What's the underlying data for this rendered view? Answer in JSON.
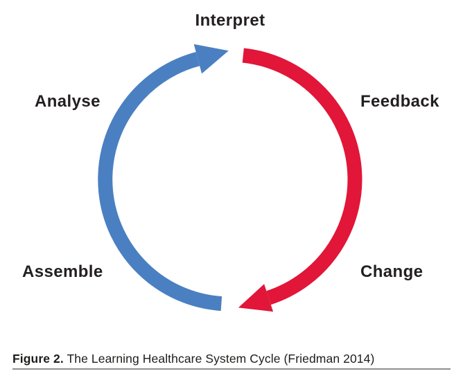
{
  "figure": {
    "cycle": {
      "steps": [
        {
          "label": "Interpret",
          "position": "top"
        },
        {
          "label": "Feedback",
          "position": "right-top"
        },
        {
          "label": "Change",
          "position": "right-bottom"
        },
        {
          "label": "Assemble",
          "position": "left-bottom"
        },
        {
          "label": "Analyse",
          "position": "left-top"
        }
      ],
      "arrows": [
        {
          "name": "left-arc-arrow",
          "color": "#4a80c2",
          "side": "left",
          "direction": "clockwise",
          "from": "Assemble side bottom",
          "to": "Interpret side top"
        },
        {
          "name": "right-arc-arrow",
          "color": "#e11638",
          "side": "right",
          "direction": "clockwise",
          "from": "Feedback side top",
          "to": "Change side bottom"
        }
      ]
    },
    "caption": {
      "label": "Figure 2.",
      "text": "The Learning Healthcare System Cycle (Friedman 2014)"
    },
    "colors": {
      "label_text": "#231f20",
      "caption_text": "#1d1d1b",
      "caption_rule": "#8e8e8e",
      "background": "#ffffff"
    }
  }
}
